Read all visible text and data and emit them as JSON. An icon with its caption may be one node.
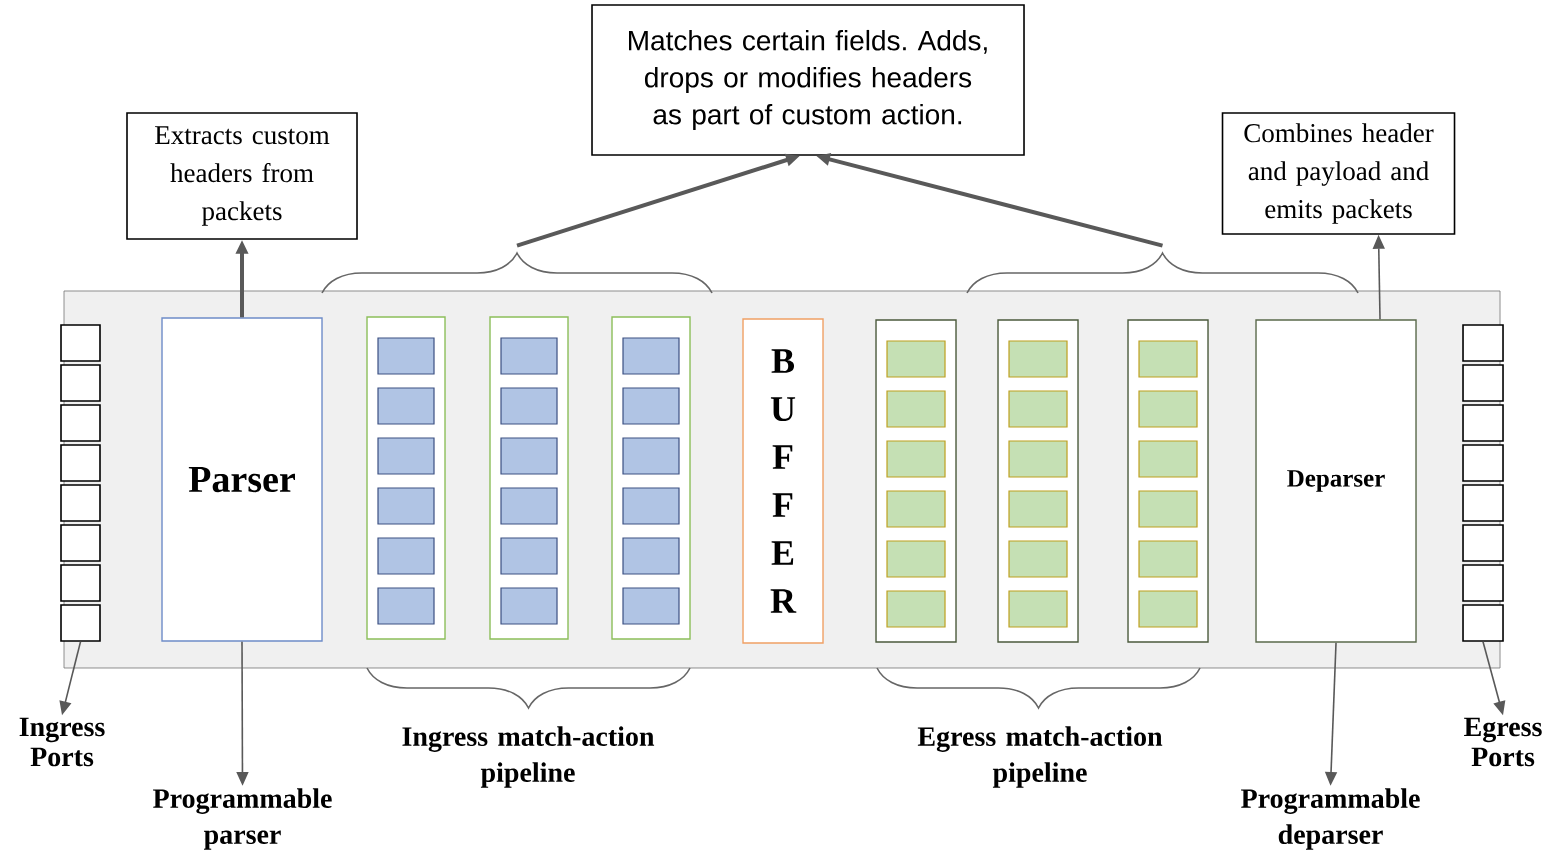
{
  "diagram": {
    "nodes": [
      {
        "text": [],
        "shape": "box"
      },
      {
        "text": [],
        "shape": "box",
        "in": 0
      },
      {
        "text": [],
        "shape": "box",
        "in": 0
      },
      {
        "text": [],
        "shape": "box",
        "in": 0
      },
      {
        "text": [],
        "shape": "box",
        "in": 0
      },
      {
        "text": [],
        "shape": "box",
        "in": 0
      },
      {
        "text": [],
        "shape": "box",
        "in": 0
      },
      {
        "text": [],
        "shape": "box",
        "in": 0
      },
      {
        "text": [],
        "shape": "box",
        "in": 0
      },
      {
        "text": [
          "Parser"
        ],
        "in": 0
      },
      {
        "text": [],
        "shape": "box",
        "in": 0
      },
      {
        "text": [],
        "shape": "box",
        "in": 0
      },
      {
        "text": [],
        "shape": "box",
        "in": 0
      },
      {
        "text": [
          "B U F F E R"
        ],
        "in": 0
      },
      {
        "text": [],
        "shape": "box",
        "in": 0
      },
      {
        "text": [],
        "shape": "box",
        "in": 0
      },
      {
        "text": [],
        "shape": "box",
        "in": 0
      },
      {
        "text": [
          "Deparser"
        ],
        "in": 0
      },
      {
        "text": [],
        "shape": "box",
        "in": 0
      },
      {
        "text": [],
        "shape": "box",
        "in": 0
      },
      {
        "text": [],
        "shape": "box",
        "in": 0
      },
      {
        "text": [],
        "shape": "box",
        "in": 0
      },
      {
        "text": [],
        "shape": "box",
        "in": 0
      },
      {
        "text": [],
        "shape": "box",
        "in": 0
      },
      {
        "text": [],
        "shape": "box",
        "in": 0
      },
      {
        "text": [],
        "shape": "box",
        "in": 0
      },
      {
        "text": [
          "Extracts custom headers from packets"
        ]
      },
      {
        "text": [
          "Matches certain fields. Adds, drops or modifies headers as part of custom action."
        ]
      },
      {
        "text": [
          "Combines header and payload and emits packets"
        ]
      },
      {
        "text": [
          "Ingress Ports"
        ]
      },
      {
        "text": [
          "Programmable parser"
        ]
      },
      {
        "text": [
          "Programmable deparser"
        ]
      },
      {
        "text": [
          "Egress Ports"
        ]
      },
      {
        "text": [],
        "shape": "brace"
      },
      {
        "text": [],
        "shape": "brace"
      }
    ],
    "edges": [
      {
        "from": 9,
        "to": 26,
        "arrow": "to",
        "style": "thick"
      },
      {
        "from": 33,
        "to": 27,
        "arrow": "to",
        "style": "thick"
      },
      {
        "from": 34,
        "to": 27,
        "arrow": "to",
        "style": "thick"
      },
      {
        "from": 17,
        "to": 28,
        "arrow": "to"
      },
      {
        "from": 8,
        "to": 29,
        "arrow": "to"
      },
      {
        "from": 9,
        "to": 30,
        "arrow": "to"
      },
      {
        "from": 17,
        "to": 31,
        "arrow": "to"
      },
      {
        "from": 25,
        "to": 32,
        "arrow": "to"
      }
    ],
    "labels": [
      "Ingress match-action pipeline",
      "Egress match-action pipeline"
    ]
  }
}
